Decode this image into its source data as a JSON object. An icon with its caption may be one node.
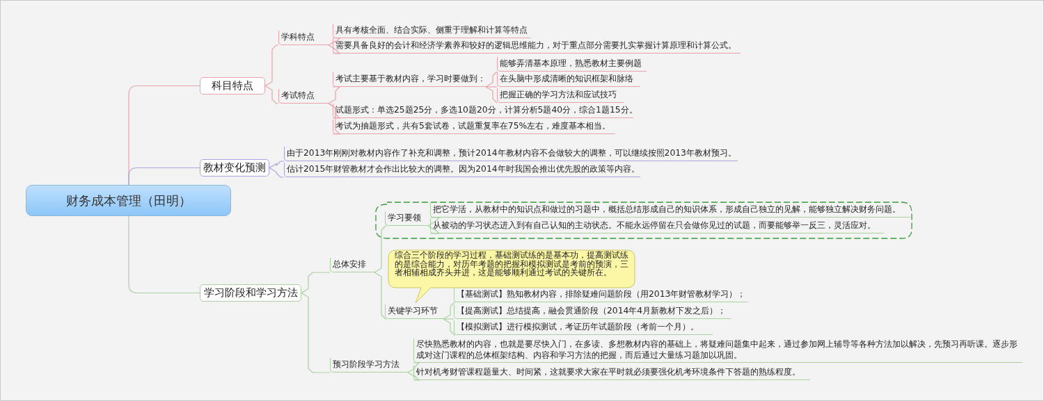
{
  "diagram": {
    "nodes": [
      {
        "text": [
          "财务成本管理（田明）"
        ]
      },
      {
        "text": [
          "科目特点"
        ]
      },
      {
        "text": [
          "学科特点"
        ]
      },
      {
        "text": [
          "具有考核全面、结合实际、侧重于理解和计算等特点"
        ]
      },
      {
        "text": [
          "需要具备良好的会计和经济学素养和较好的逻辑思维能力，对于重点部分需要扎实掌握计算原理和计算公式。"
        ]
      },
      {
        "text": [
          "考试特点"
        ]
      },
      {
        "text": [
          "考试主要基于教材内容，学习时要做到："
        ]
      },
      {
        "text": [
          "能够弄清基本原理，熟悉教材主要例题"
        ]
      },
      {
        "text": [
          "在头脑中形成清晰的知识框架和脉络"
        ]
      },
      {
        "text": [
          "把握正确的学习方法和应试技巧"
        ]
      },
      {
        "text": [
          "试题形式：单选25题25分，多选10题20分，计算分析5题40分，综合1题15分。"
        ]
      },
      {
        "text": [
          "考试为抽题形式，共有5套试卷，试题重复率在75%左右，难度基本相当。"
        ]
      },
      {
        "text": [
          "教材变化预测"
        ]
      },
      {
        "text": [
          "由于2013年刚刚对教材内容作了补充和调整，预计2014年教材内容不会做较大的调整，可以继续按照2013年教材预习。"
        ]
      },
      {
        "text": [
          "估计2015年财管教材才会作出比较大的调整。因为2014年时我国会推出优先股的政策等内容。"
        ]
      },
      {
        "text": [
          "学习阶段和学习方法"
        ]
      },
      {
        "text": [
          "总体安排"
        ]
      },
      {
        "text": [
          "学习要领"
        ]
      },
      {
        "text": [
          "把它学活，从教材中的知识点和做过的习题中，概括总结形成自己的知识体系，形成自己独立的见解，能够独立解决财务问题。"
        ]
      },
      {
        "text": [
          "从被动的学习状态进入到有自己认知的主动状态。不能永远停留在只会做你见过的试题，而要能够举一反三，灵活应对。"
        ]
      },
      {
        "text": [
          "综合三个阶段的学习过程，基础测试练的是基本功，提高测试练的是综合能力，对历年考题的把握和模拟测试是考前的预演，三者相辅相成齐头并进，这是能够顺利通过考试的关键所在。"
        ]
      },
      {
        "text": [
          "关键学习环节"
        ]
      },
      {
        "text": [
          "【基础测试】熟知教材内容，排除疑难问题阶段（用2013年财管教材学习）；"
        ]
      },
      {
        "text": [
          "【提高测试】总结提高，融会贯通阶段（2014年4月新教材下发之后）；"
        ]
      },
      {
        "text": [
          "【模拟测试】进行模拟测试，考证历年试题阶段（考前一个月）。"
        ]
      },
      {
        "text": [
          "预习阶段学习方法"
        ]
      },
      {
        "text": [
          "尽快熟悉教材的内容，也就是要尽快入门，在多读、多想教材内容的基础上，将疑难问题集中起来，通过参加网上辅导等各种方法加以解决，先预习再听课。逐步形成对这门课程的总体框架结构、内容和学习方法的把握，而后通过大量练习题加以巩固。"
        ]
      },
      {
        "text": [
          "针对机考财管课程题量大、时间紧，这就要求大家在平时就必须要强化机考环境条件下答题的熟练程度。"
        ]
      }
    ],
    "edges": [
      {
        "from": 0,
        "to": 1,
        "arrow": "none",
        "color": "#e8a3ab"
      },
      {
        "from": 1,
        "to": 2,
        "arrow": "none",
        "color": "#e8a3ab"
      },
      {
        "from": 2,
        "to": 3,
        "arrow": "none",
        "color": "#e8a3ab"
      },
      {
        "from": 2,
        "to": 4,
        "arrow": "none",
        "color": "#e8a3ab"
      },
      {
        "from": 1,
        "to": 5,
        "arrow": "none",
        "color": "#e8a3ab"
      },
      {
        "from": 5,
        "to": 6,
        "arrow": "none",
        "color": "#e8a3ab"
      },
      {
        "from": 6,
        "to": 7,
        "arrow": "none",
        "color": "#e8a3ab"
      },
      {
        "from": 6,
        "to": 8,
        "arrow": "none",
        "color": "#e8a3ab"
      },
      {
        "from": 6,
        "to": 9,
        "arrow": "none",
        "color": "#e8a3ab"
      },
      {
        "from": 5,
        "to": 10,
        "arrow": "none",
        "color": "#e8a3ab"
      },
      {
        "from": 5,
        "to": 11,
        "arrow": "none",
        "color": "#e8a3ab"
      },
      {
        "from": 0,
        "to": 12,
        "arrow": "none",
        "color": "#aaa3dc"
      },
      {
        "from": 12,
        "to": 13,
        "arrow": "none",
        "color": "#aaa3dc"
      },
      {
        "from": 12,
        "to": 14,
        "arrow": "none",
        "color": "#aaa3dc"
      },
      {
        "from": 0,
        "to": 15,
        "arrow": "none"
      },
      {
        "from": 15,
        "to": 16,
        "arrow": "none"
      },
      {
        "from": 16,
        "to": 17,
        "arrow": "none"
      },
      {
        "from": 17,
        "to": 18,
        "arrow": "none"
      },
      {
        "from": 17,
        "to": 19,
        "arrow": "none"
      },
      {
        "from": 16,
        "to": 21,
        "arrow": "none"
      },
      {
        "from": 21,
        "to": 22,
        "arrow": "none"
      },
      {
        "from": 21,
        "to": 23,
        "arrow": "none"
      },
      {
        "from": 21,
        "to": 24,
        "arrow": "none"
      },
      {
        "from": 15,
        "to": 25,
        "arrow": "none"
      },
      {
        "from": 25,
        "to": 26,
        "arrow": "none"
      },
      {
        "from": 25,
        "to": 27,
        "arrow": "none"
      }
    ]
  }
}
